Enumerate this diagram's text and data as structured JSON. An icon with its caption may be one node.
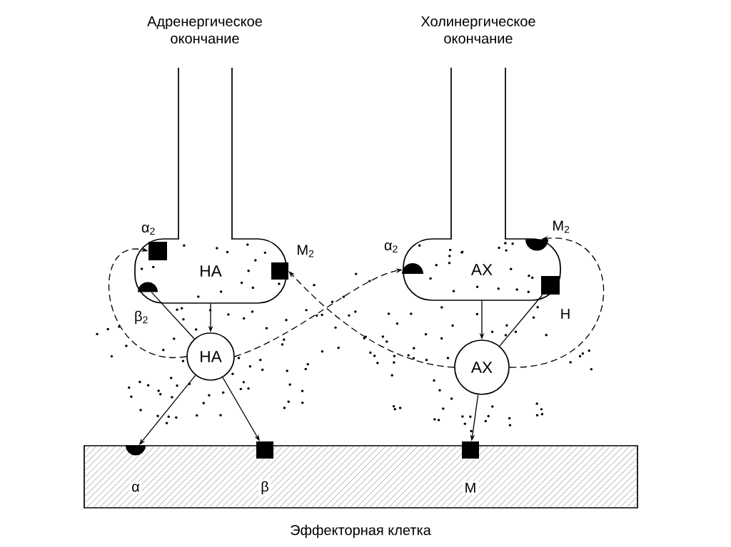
{
  "diagram": {
    "nodes": [
      {
        "text": [
          "Адренергическое окончание",
          "НА"
        ]
      },
      {
        "text": [
          "Холинергическое окончание",
          "АХ"
        ]
      },
      {
        "text": [
          "НА"
        ]
      },
      {
        "text": [
          "АХ"
        ]
      },
      {
        "text": [
          "Эффекторная клетка"
        ]
      },
      {
        "text": [],
        "shape": "box",
        "beside": [
          "α$_{2}$"
        ],
        "in": 0
      },
      {
        "text": [],
        "shape": "semicircle",
        "beside": [
          "β$_{2}$"
        ],
        "in": 0
      },
      {
        "text": [],
        "shape": "box",
        "beside": [
          "M$_{2}$"
        ],
        "in": 0
      },
      {
        "text": [],
        "shape": "semicircle",
        "beside": [
          "α$_{2}$"
        ],
        "in": 1
      },
      {
        "text": [],
        "shape": "semicircle",
        "beside": [
          "M$_{2}$"
        ],
        "in": 1
      },
      {
        "text": [],
        "shape": "box",
        "beside": [
          "Н"
        ],
        "in": 1
      },
      {
        "text": [],
        "shape": "semicircle",
        "in": 4
      },
      {
        "text": [],
        "shape": "box",
        "in": 4
      },
      {
        "text": [],
        "shape": "box",
        "in": 4
      }
    ],
    "labels": [
      "α",
      "β",
      "М"
    ],
    "edges": [
      {
        "from": 0,
        "to": 2,
        "arrow": "to"
      },
      {
        "from": 2,
        "to": 6,
        "arrow": "none"
      },
      {
        "from": 2,
        "to": 11,
        "arrow": "to"
      },
      {
        "from": 2,
        "to": 12,
        "arrow": "to"
      },
      {
        "from": 2,
        "to": 5,
        "arrow": "to",
        "style": "dashed"
      },
      {
        "from": 2,
        "to": 8,
        "arrow": "to",
        "style": "dashed"
      },
      {
        "from": 1,
        "to": 3,
        "arrow": "to"
      },
      {
        "from": 3,
        "to": 10,
        "arrow": "none"
      },
      {
        "from": 3,
        "to": 13,
        "arrow": "to"
      },
      {
        "from": 3,
        "to": 7,
        "arrow": "to",
        "style": "dashed"
      },
      {
        "from": 3,
        "to": 9,
        "arrow": "to",
        "style": "dashed"
      }
    ]
  }
}
